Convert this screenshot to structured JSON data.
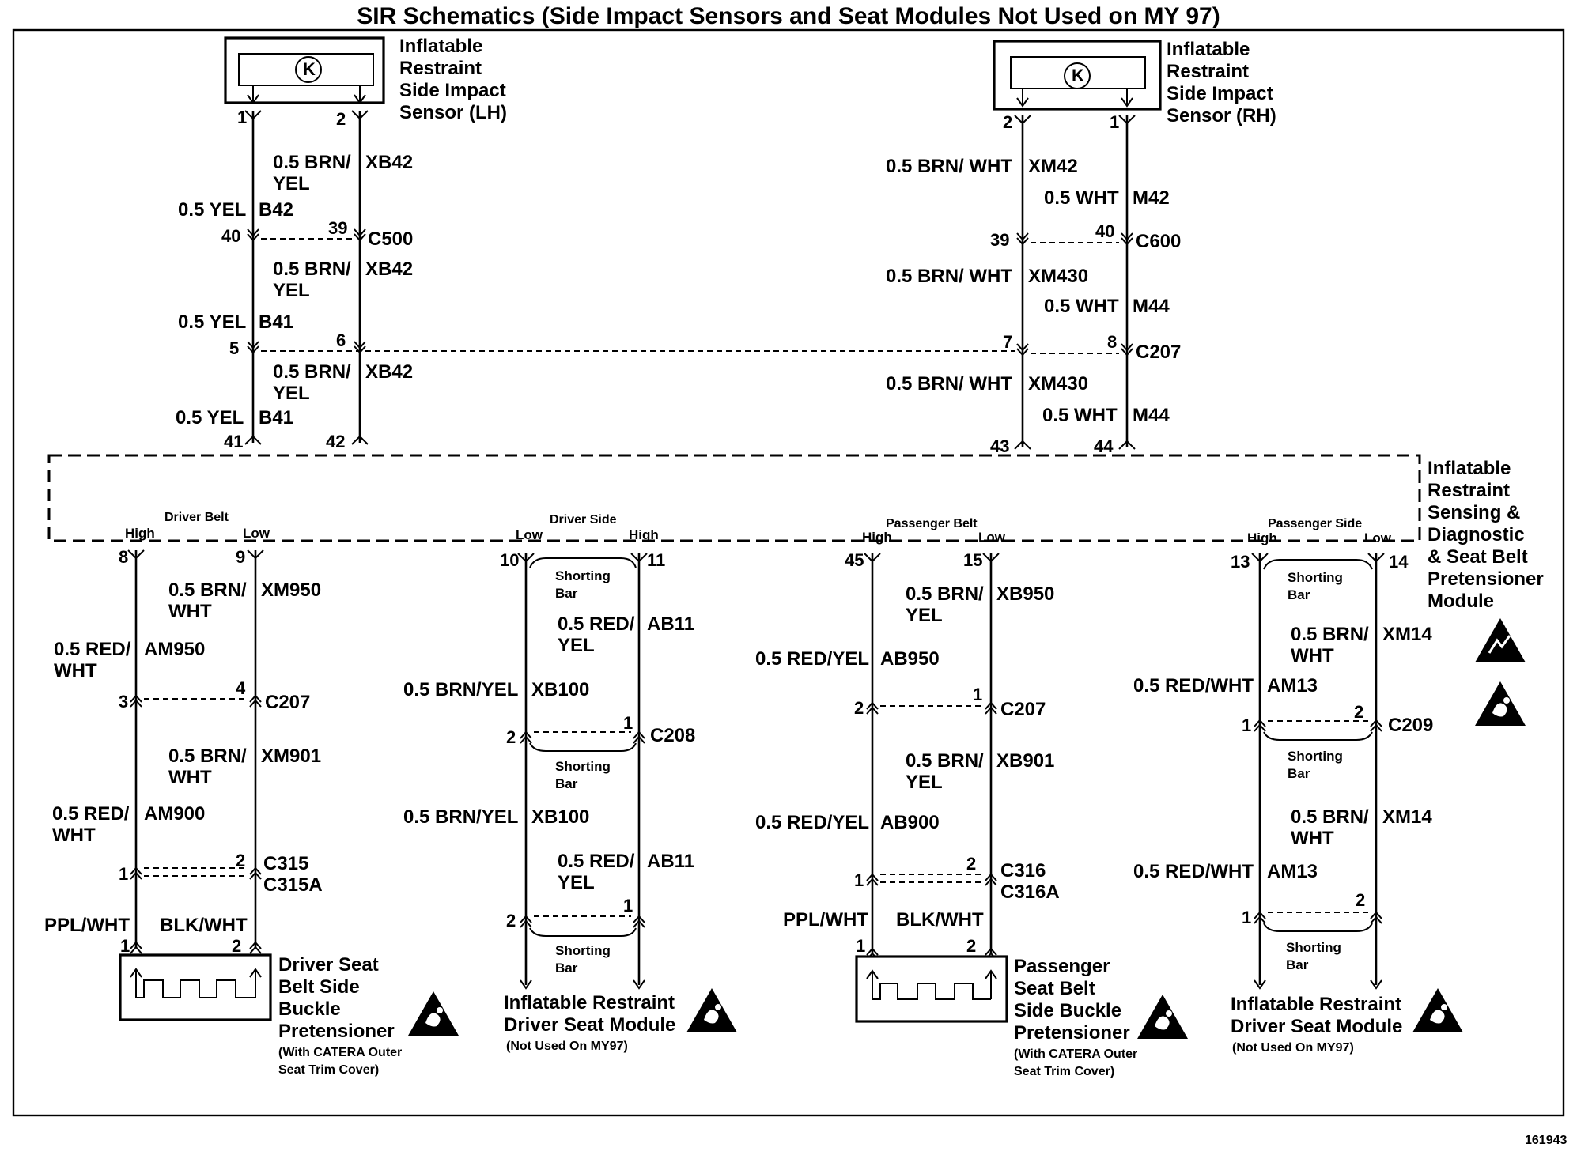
{
  "title": "SIR Schematics (Side Impact Sensors and Seat Modules Not Used on MY 97)",
  "figure_id": "161943",
  "sensors": {
    "lh": {
      "line1": "Inflatable",
      "line2": "Restraint",
      "line3": "Side Impact",
      "line4": "Sensor (LH)"
    },
    "rh": {
      "line1": "Inflatable",
      "line2": "Restraint",
      "line3": "Side Impact",
      "line4": "Sensor (RH)"
    }
  },
  "module": {
    "line1": "Inflatable",
    "line2": "Restraint",
    "line3": "Sensing &",
    "line4": "Diagnostic",
    "line5": "& Seat Belt",
    "line6": "Pretensioner",
    "line7": "Module"
  },
  "groups": {
    "driver_belt": {
      "name": "Driver Belt",
      "high": "High",
      "low": "Low"
    },
    "driver_side": {
      "name": "Driver Side",
      "low": "Low",
      "high": "High"
    },
    "passenger_belt": {
      "name": "Passenger Belt",
      "high": "High",
      "low": "Low"
    },
    "passenger_side": {
      "name": "Passenger Side",
      "high": "High",
      "low": "Low"
    }
  },
  "wires": {
    "lh_b42_color": "0.5 YEL",
    "lh_b42": "B42",
    "lh_xb42_color1": "0.5 BRN/",
    "lh_xb42_color2": "YEL",
    "lh_xb42": "XB42",
    "lh_b41_color": "0.5 YEL",
    "lh_b41": "B41",
    "rh_xm42_color": "0.5 BRN/ WHT",
    "rh_xm42": "XM42",
    "rh_m42_color": "0.5 WHT",
    "rh_m42": "M42",
    "rh_xm430_color": "0.5 BRN/ WHT",
    "rh_xm430": "XM430",
    "rh_m44_color": "0.5 WHT",
    "rh_m44": "M44",
    "db_xm950_color1": "0.5 BRN/",
    "db_xm950_color2": "WHT",
    "db_xm950": "XM950",
    "db_am950_color1": "0.5 RED/",
    "db_am950_color2": "WHT",
    "db_am950": "AM950",
    "db_xm901_color1": "0.5 BRN/",
    "db_xm901_color2": "WHT",
    "db_xm901": "XM901",
    "db_am900_color1": "0.5 RED/",
    "db_am900_color2": "WHT",
    "db_am900": "AM900",
    "ppl_wht": "PPL/WHT",
    "blk_wht": "BLK/WHT",
    "ds_ab11_color1": "0.5 RED/",
    "ds_ab11_color2": "YEL",
    "ds_ab11": "AB11",
    "ds_xb100_color": "0.5 BRN/YEL",
    "ds_xb100": "XB100",
    "pb_xb950_color1": "0.5 BRN/",
    "pb_xb950_color2": "YEL",
    "pb_xb950": "XB950",
    "pb_ab950_color": "0.5 RED/YEL",
    "pb_ab950": "AB950",
    "pb_xb901_color1": "0.5 BRN/",
    "pb_xb901_color2": "YEL",
    "pb_xb901": "XB901",
    "pb_ab900_color": "0.5 RED/YEL",
    "pb_ab900": "AB900",
    "ps_xm14_color1": "0.5 BRN/",
    "ps_xm14_color2": "WHT",
    "ps_xm14": "XM14",
    "ps_am13_color": "0.5 RED/WHT",
    "ps_am13": "AM13"
  },
  "connectors": {
    "c500": "C500",
    "c600": "C600",
    "c207": "C207",
    "c208": "C208",
    "c209": "C209",
    "c315": "C315",
    "c315a": "C315A",
    "c316": "C316",
    "c316a": "C316A"
  },
  "pins": {
    "p1": "1",
    "p2": "2",
    "p3": "3",
    "p4": "4",
    "p5": "5",
    "p6": "6",
    "p7": "7",
    "p8": "8",
    "p9": "9",
    "p10": "10",
    "p11": "11",
    "p13": "13",
    "p14": "14",
    "p15": "15",
    "p39": "39",
    "p40": "40",
    "p41": "41",
    "p42": "42",
    "p43": "43",
    "p44": "44",
    "p45": "45"
  },
  "shorting_bar": {
    "line1": "Shorting",
    "line2": "Bar"
  },
  "components": {
    "driver_pretensioner": {
      "line1": "Driver Seat",
      "line2": "Belt Side",
      "line3": "Buckle",
      "line4": "Pretensioner",
      "note1": "(With CATERA Outer",
      "note2": "Seat Trim Cover)"
    },
    "driver_seat_module_1": {
      "line1": "Inflatable Restraint",
      "line2": "Driver Seat Module",
      "note": "(Not Used On MY97)"
    },
    "passenger_pretensioner": {
      "line1": "Passenger",
      "line2": "Seat Belt",
      "line3": "Side Buckle",
      "line4": "Pretensioner",
      "note1": "(With CATERA Outer",
      "note2": "Seat Trim Cover)"
    },
    "driver_seat_module_2": {
      "line1": "Inflatable Restraint",
      "line2": "Driver Seat Module",
      "note": "(Not Used On MY97)"
    }
  },
  "icons": [
    "esd-warning-icon",
    "sir-airbag-warning-icon"
  ]
}
